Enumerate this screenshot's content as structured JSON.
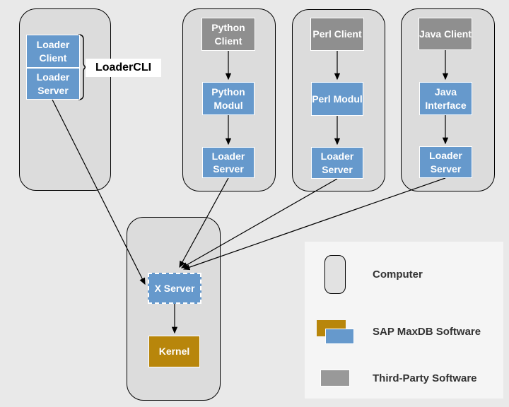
{
  "colors": {
    "page-bg": "#e9e9e9",
    "computer-fill": "#dcdcdc",
    "blue": "#6699cc",
    "gray": "#8f8f8f",
    "orange": "#b8860b",
    "legend-bg": "#f5f5f5",
    "label-color": "#333333"
  },
  "loader_cli": {
    "label": "LoaderCLI",
    "client": "Loader Client",
    "server": "Loader Server"
  },
  "columns": [
    {
      "client": "Python Client",
      "module": "Python Modul",
      "server": "Loader Server"
    },
    {
      "client": "Perl Client",
      "module": "Perl Modul",
      "server": "Loader Server"
    },
    {
      "client": "Java Client",
      "module": "Java Interface",
      "server": "Loader Server"
    }
  ],
  "database": {
    "xserver": "X Server",
    "kernel": "Kernel"
  },
  "legend": {
    "computer": "Computer",
    "sap": "SAP MaxDB Software",
    "third_party": "Third-Party Software"
  }
}
